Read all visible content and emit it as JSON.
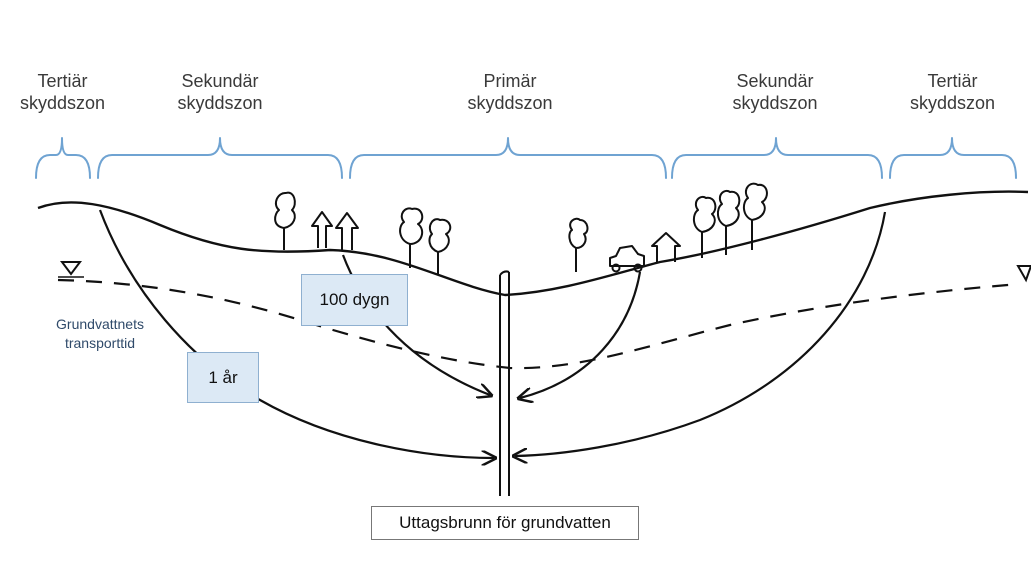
{
  "zones": [
    {
      "id": "tertiar-left",
      "label": "Tertiär\nskyddszon"
    },
    {
      "id": "sekundar-left",
      "label": "Sekundär\nskyddszon"
    },
    {
      "id": "primar",
      "label": "Primär\nskyddszon"
    },
    {
      "id": "sekundar-right",
      "label": "Sekundär\nskyddszon"
    },
    {
      "id": "tertiar-right",
      "label": "Tertiär\nskyddszon"
    }
  ],
  "groundwater_label": "Grundvattnets\ntransporttid",
  "time_boxes": {
    "short": "100 dygn",
    "long": "1 år"
  },
  "well_label": "Uttagsbrunn för grundvatten",
  "colors": {
    "bracket": "#6fa3d2",
    "box_fill": "#dce9f5",
    "box_border": "#8fb0d0",
    "line": "#111111"
  }
}
